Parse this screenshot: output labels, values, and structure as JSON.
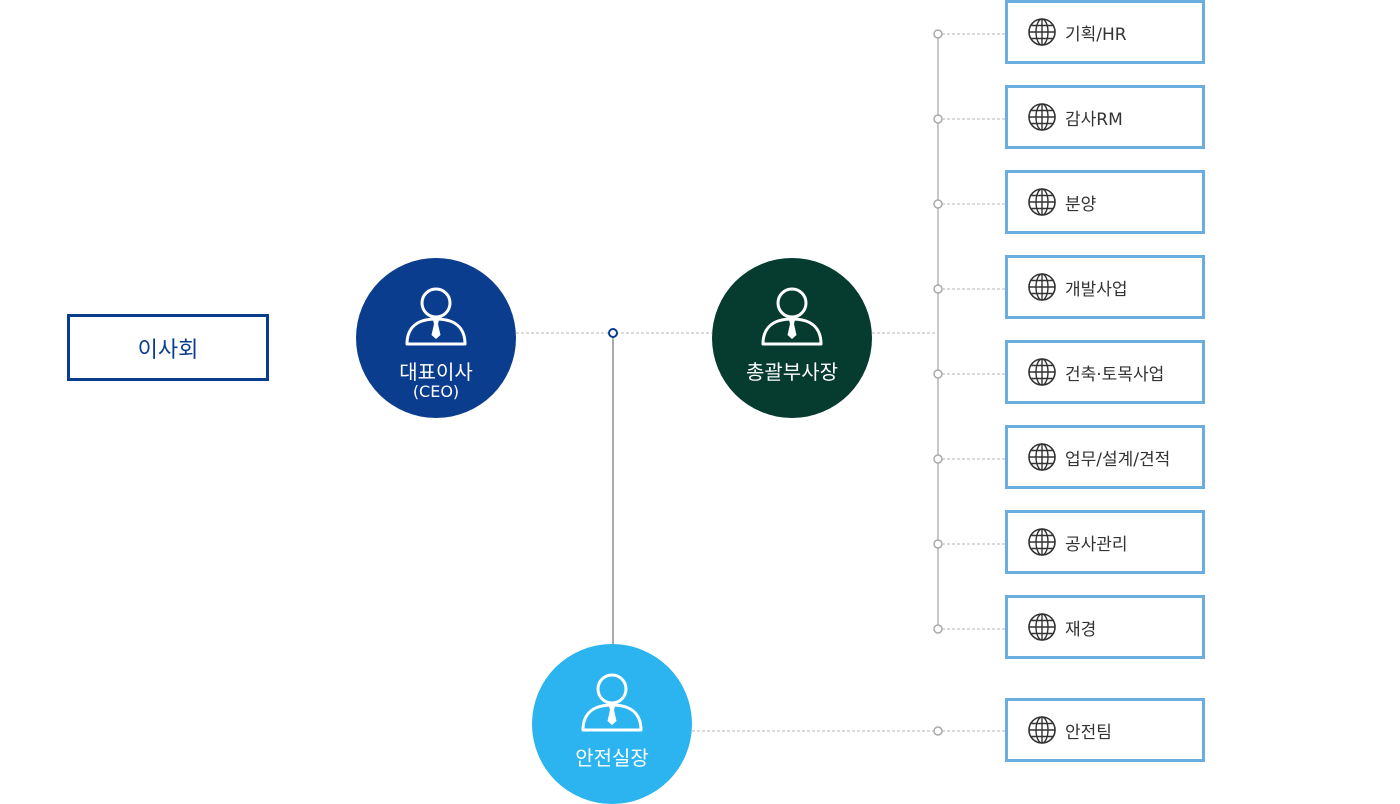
{
  "board": {
    "label": "이사회"
  },
  "ceo": {
    "title": "대표이사",
    "subtitle": "(CEO)",
    "color": "#0b3d8f"
  },
  "vice_president": {
    "title": "총괄부사장",
    "color": "#063b30"
  },
  "safety_chief": {
    "title": "안전실장",
    "color": "#2bb4f0"
  },
  "departments": [
    {
      "label": "기획/HR",
      "icon": "globe-icon"
    },
    {
      "label": "감사RM",
      "icon": "globe-icon"
    },
    {
      "label": "분양",
      "icon": "globe-icon"
    },
    {
      "label": "개발사업",
      "icon": "globe-icon"
    },
    {
      "label": "건축·토목사업",
      "icon": "globe-icon"
    },
    {
      "label": "업무/설계/견적",
      "icon": "globe-icon"
    },
    {
      "label": "공사관리",
      "icon": "globe-icon"
    },
    {
      "label": "재경",
      "icon": "globe-icon"
    }
  ],
  "safety_team": {
    "label": "안전팀",
    "icon": "globe-icon"
  },
  "colors": {
    "board_border": "#0b3d8f",
    "dept_border": "#6aaee0",
    "connector": "#aaaaaa"
  }
}
